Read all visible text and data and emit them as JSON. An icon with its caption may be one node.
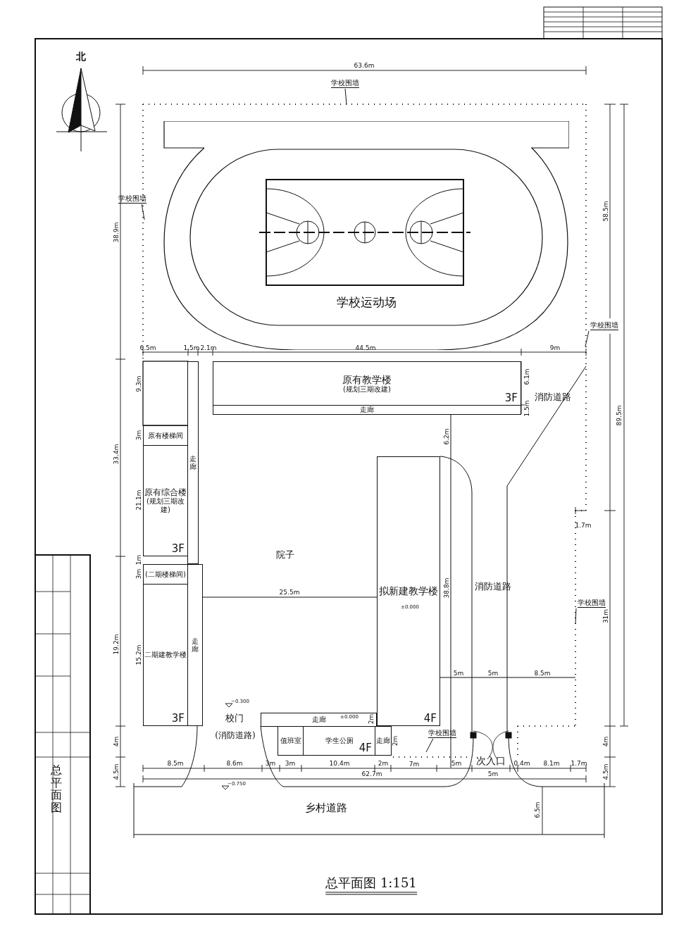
{
  "diagram": {
    "caption": "总平面图 1:151",
    "nodes": [
      {
        "text": [
          "学校围墙"
        ]
      },
      {
        "text": [
          "学校运动场"
        ]
      },
      {
        "text": [
          "学校围墙"
        ]
      },
      {
        "text": [
          "学校围墙"
        ]
      },
      {
        "text": [
          "原有教学楼",
          "(规划三期改建)",
          "3F"
        ]
      },
      {
        "text": [
          "走廊"
        ]
      },
      {
        "text": [
          "原有楼梯间"
        ]
      },
      {
        "text": [
          "原有综合楼",
          "(规划三期改建)",
          "3F"
        ]
      },
      {
        "text": [
          "走廊"
        ]
      },
      {
        "text": [
          "(二期楼梯间)"
        ]
      },
      {
        "text": [
          "二期建教学楼",
          "3F"
        ]
      },
      {
        "text": [
          "走廊"
        ]
      },
      {
        "text": [
          "拟新建教学楼",
          "4F"
        ]
      },
      {
        "text": [
          "学校围墙"
        ]
      },
      {
        "text": [
          "走廊"
        ]
      },
      {
        "text": [
          "值班室"
        ]
      },
      {
        "text": [
          "学生公厕",
          "4F"
        ]
      },
      {
        "text": [
          "走廊"
        ]
      },
      {
        "text": [
          "学校围墙"
        ]
      }
    ],
    "edges": [
      {
        "from": 0,
        "to": null,
        "arrow": "none"
      },
      {
        "from": 2,
        "to": null,
        "arrow": "none"
      },
      {
        "from": 3,
        "to": null,
        "arrow": "none"
      },
      {
        "from": 13,
        "to": null,
        "arrow": "none"
      },
      {
        "from": 18,
        "to": null,
        "arrow": "none"
      }
    ],
    "labels": [
      "北",
      "63.6m",
      "38.9m",
      "6.5m",
      "1.5m",
      "2.1m",
      "44.5m",
      "9m",
      "58.5m",
      "9.3m",
      "6.1m",
      "消防道路",
      "1.5m",
      "3m",
      "6.2m",
      "33.4m",
      "89.5m",
      "21.1m",
      "1.7m",
      "院子",
      "1m",
      "3m",
      "消防道路",
      "38.8m",
      "25.5m",
      "31m",
      "19.2m",
      "±0.000",
      "15.2m",
      "5m",
      "5m",
      "8.5m",
      "−0.300",
      "±0.000",
      "校门",
      "2m",
      "4m",
      "(消防道路)",
      "2m",
      "4m",
      "8.5m",
      "8.6m",
      "3m",
      "3m",
      "10.4m",
      "2m",
      "7m",
      "5m",
      "次入口",
      "0.4m",
      "8.1m",
      "1.7m",
      "4.5m",
      "62.7m",
      "5m",
      "4.5m",
      "−0.750",
      "乡村道路",
      "6.5m",
      "总平面图"
    ]
  }
}
